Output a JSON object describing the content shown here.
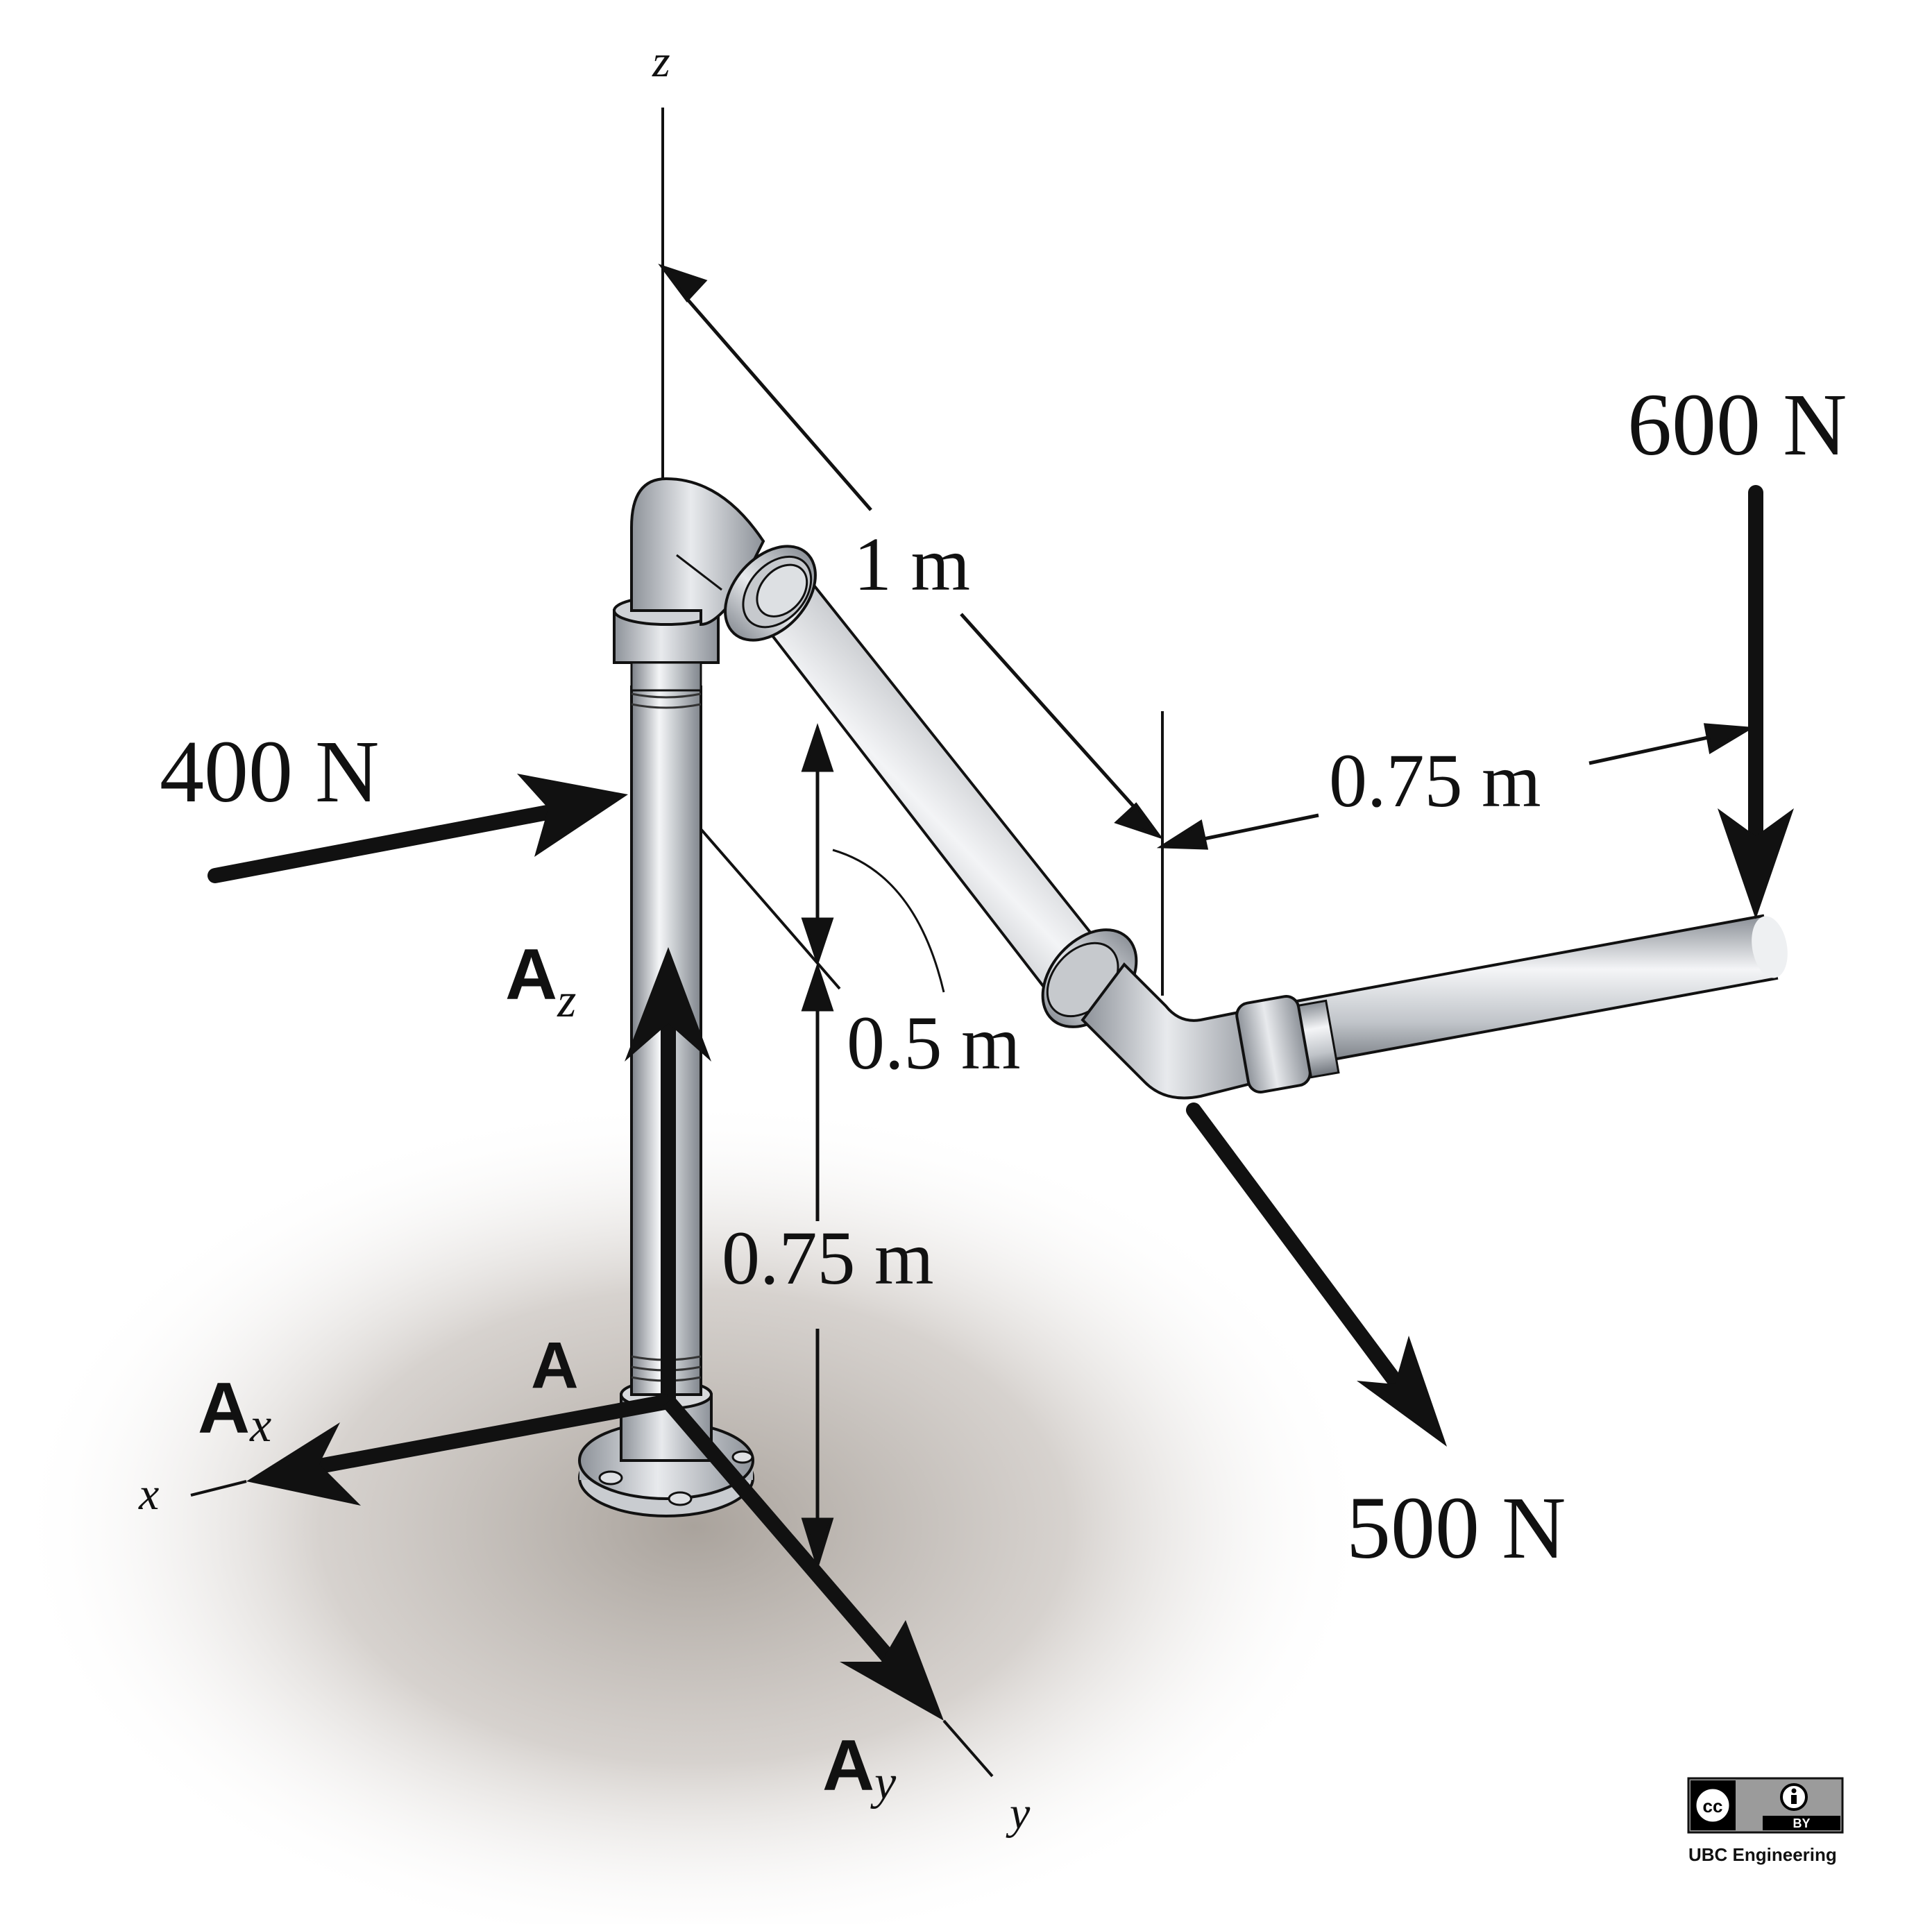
{
  "figure": {
    "axes": {
      "x": "x",
      "y": "y",
      "z": "z"
    },
    "point": {
      "label": "A"
    },
    "reactions": {
      "ax": {
        "main": "A",
        "sub": "x"
      },
      "ay": {
        "main": "A",
        "sub": "y"
      },
      "az": {
        "main": "A",
        "sub": "z"
      }
    },
    "forces": {
      "f400": "400 N",
      "f600": "600 N",
      "f500": "500 N"
    },
    "dimensions": {
      "d1m": "1 m",
      "d075_right": "0.75 m",
      "d05": "0.5 m",
      "d075_vertical": "0.75 m"
    },
    "license": {
      "cc": "cc",
      "by": "BY",
      "credit": "UBC Engineering"
    }
  },
  "colors": {
    "ink": "#111111",
    "pipe_light": "#f2f3f5",
    "pipe_mid": "#b9bdc2",
    "pipe_dark": "#7b8087",
    "shadow": "#b3aca6"
  }
}
